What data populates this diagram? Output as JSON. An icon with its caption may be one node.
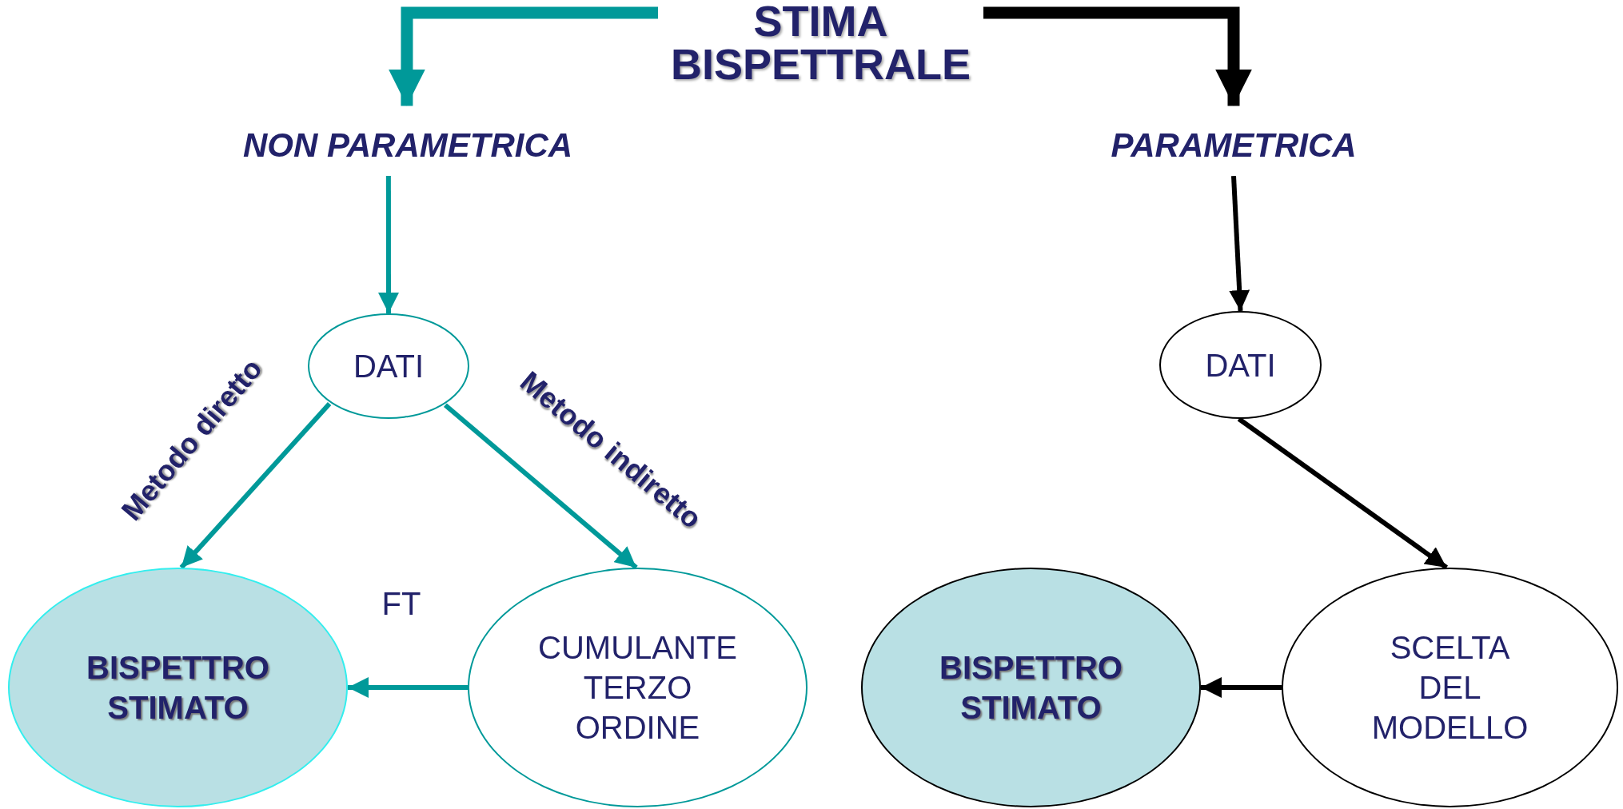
{
  "diagram": {
    "nodes": [
      {
        "text": [
          "STIMA BISPETTRALE"
        ]
      },
      {
        "text": [
          "NON PARAMETRICA"
        ]
      },
      {
        "text": [
          "PARAMETRICA"
        ]
      },
      {
        "text": [
          "DATI"
        ]
      },
      {
        "text": [
          "DATI"
        ]
      },
      {
        "text": [
          "BISPETTRO STIMATO"
        ]
      },
      {
        "text": [
          "CUMULANTE TERZO ORDINE"
        ]
      },
      {
        "text": [
          "BISPETTRO STIMATO"
        ]
      },
      {
        "text": [
          "SCELTA DEL MODELLO"
        ]
      }
    ],
    "edges": [
      {
        "from": 0,
        "to": 1,
        "arrow": "to",
        "style": "thick"
      },
      {
        "from": 0,
        "to": 2,
        "arrow": "to",
        "style": "thick",
        "color": "#000000"
      },
      {
        "from": 1,
        "to": 3,
        "arrow": "to"
      },
      {
        "from": 2,
        "to": 4,
        "arrow": "to",
        "color": "#000000"
      },
      {
        "from": 3,
        "to": 5,
        "arrow": "to",
        "label": "Metodo diretto"
      },
      {
        "from": 3,
        "to": 6,
        "arrow": "to",
        "label": "Metodo indiretto"
      },
      {
        "from": 6,
        "to": 5,
        "arrow": "to",
        "label": "FT"
      },
      {
        "from": 4,
        "to": 8,
        "arrow": "to",
        "color": "#000000"
      },
      {
        "from": 8,
        "to": 7,
        "arrow": "to",
        "color": "#000000"
      }
    ]
  }
}
